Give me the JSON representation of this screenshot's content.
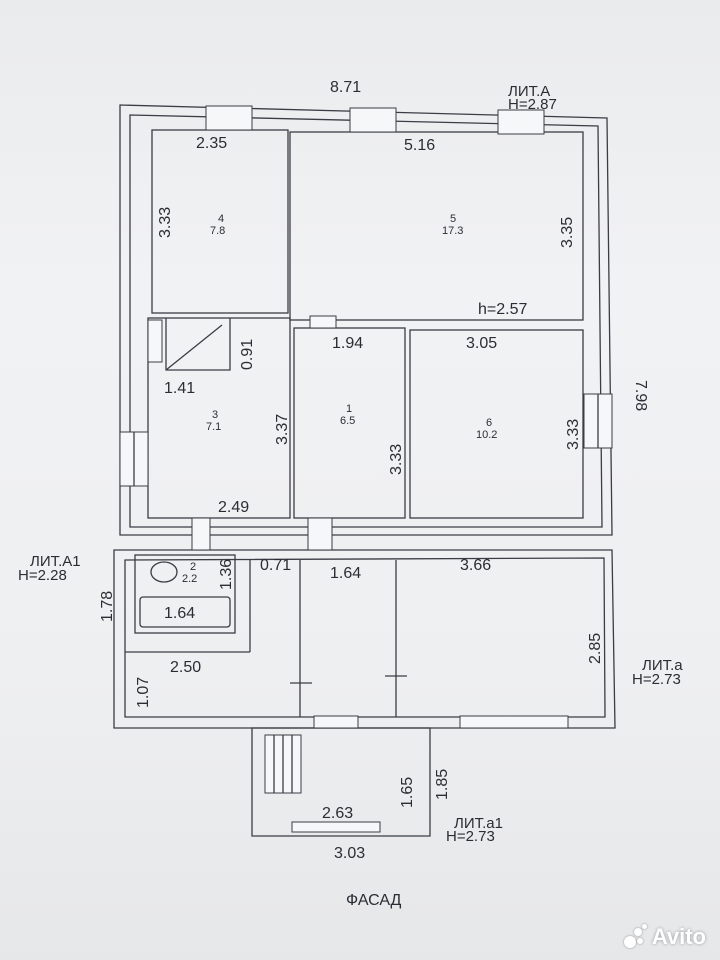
{
  "top": {
    "total_width": "8.71",
    "lit_a": "ЛИТ.А",
    "lit_a_h": "H=2.87",
    "total_height": "7.98"
  },
  "rooms": {
    "r4": {
      "number": "4",
      "area": "7.8",
      "width": "2.35",
      "height": "3.33"
    },
    "r5": {
      "number": "5",
      "area": "17.3",
      "width": "5.16",
      "height": "3.35",
      "ceiling": "h=2.57"
    },
    "r3": {
      "number": "3",
      "area": "7.1",
      "width": "2.49",
      "height": "3.37",
      "closet_w": "1.41",
      "closet_h": "0.91"
    },
    "r1": {
      "number": "1",
      "area": "6.5",
      "width": "1.94",
      "height": "3.33"
    },
    "r6": {
      "number": "6",
      "area": "10.2",
      "width": "3.05",
      "height": "3.33"
    },
    "r2": {
      "number": "2",
      "area": "2.2",
      "width": "1.36",
      "bath": "1.64"
    }
  },
  "annex": {
    "lit_a1": "ЛИТ.А1",
    "lit_a1_h": "H=2.28",
    "depth": "1.78",
    "corridor_w": "0.71",
    "hall_w": "1.64",
    "veranda_w": "3.66",
    "veranda_h": "2.85",
    "left_w": "2.50",
    "left_h": "1.07",
    "lit_a_small": "ЛИТ.а",
    "lit_a_small_h": "H=2.73"
  },
  "porch": {
    "inner_w": "2.63",
    "outer_w": "3.03",
    "inner_h": "1.65",
    "outer_h": "1.85",
    "lit": "ЛИТ.а1",
    "lit_h": "H=2.73"
  },
  "facade": "ФАСАД",
  "watermark": "Avito"
}
